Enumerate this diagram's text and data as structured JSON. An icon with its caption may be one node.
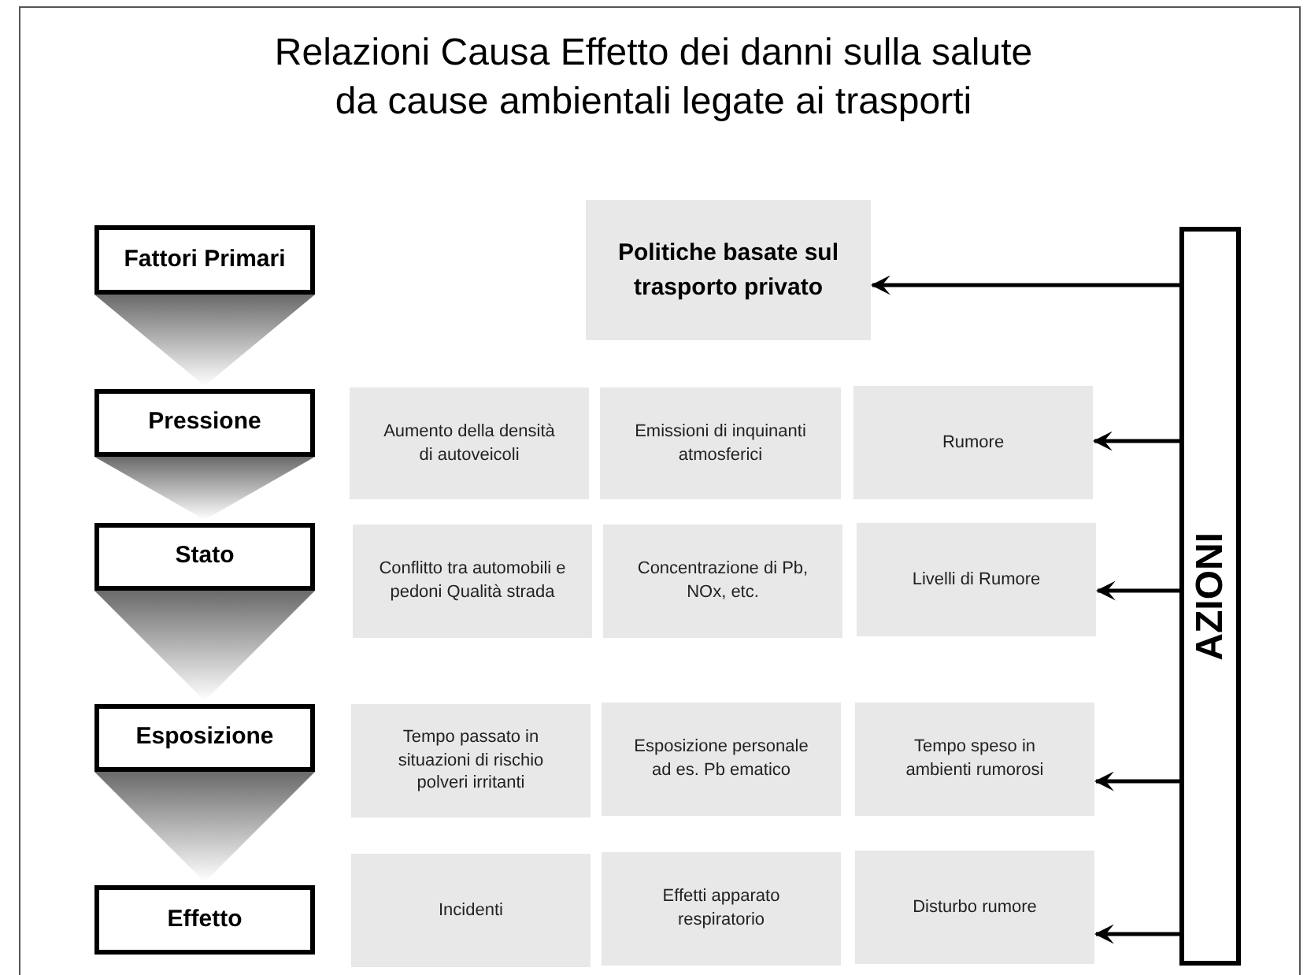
{
  "diagram": {
    "title": "Relazioni Causa Effetto dei danni sulla salute da cause ambientali legate ai trasporti",
    "nodes": [
      {
        "text": [
          "Fattori Primari"
        ]
      },
      {
        "text": [
          "Pressione"
        ]
      },
      {
        "text": [
          "Stato"
        ]
      },
      {
        "text": [
          "Esposizione"
        ]
      },
      {
        "text": [
          "Effetto"
        ]
      },
      {
        "text": [
          "Politiche basate sul trasporto privato"
        ]
      },
      {
        "text": [
          "Aumento della densità di autoveicoli"
        ]
      },
      {
        "text": [
          "Emissioni di inquinanti atmosferici"
        ]
      },
      {
        "text": [
          "Rumore"
        ]
      },
      {
        "text": [
          "Conflitto tra automobili e pedoni Qualità strada"
        ]
      },
      {
        "text": [
          "Concentrazione di Pb, NOx, etc."
        ]
      },
      {
        "text": [
          "Livelli di Rumore"
        ]
      },
      {
        "text": [
          "Tempo passato in situazioni  di rischio polveri irritanti"
        ]
      },
      {
        "text": [
          "Esposizione personale ad es. Pb ematico"
        ]
      },
      {
        "text": [
          "Tempo speso in ambienti rumorosi"
        ]
      },
      {
        "text": [
          "Incidenti"
        ]
      },
      {
        "text": [
          "Effetti apparato respiratorio"
        ]
      },
      {
        "text": [
          "Disturbo rumore"
        ]
      },
      {
        "text": [
          "AZIONI"
        ]
      }
    ],
    "edges": [
      {
        "from": 0,
        "to": 1,
        "arrow": "to"
      },
      {
        "from": 1,
        "to": 2,
        "arrow": "to"
      },
      {
        "from": 2,
        "to": 3,
        "arrow": "to"
      },
      {
        "from": 3,
        "to": 4,
        "arrow": "to"
      },
      {
        "from": 18,
        "to": 5,
        "arrow": "to"
      },
      {
        "from": 18,
        "to": 8,
        "arrow": "to"
      },
      {
        "from": 18,
        "to": 11,
        "arrow": "to"
      },
      {
        "from": 18,
        "to": 14,
        "arrow": "to"
      },
      {
        "from": 18,
        "to": 17,
        "arrow": "to"
      }
    ]
  }
}
